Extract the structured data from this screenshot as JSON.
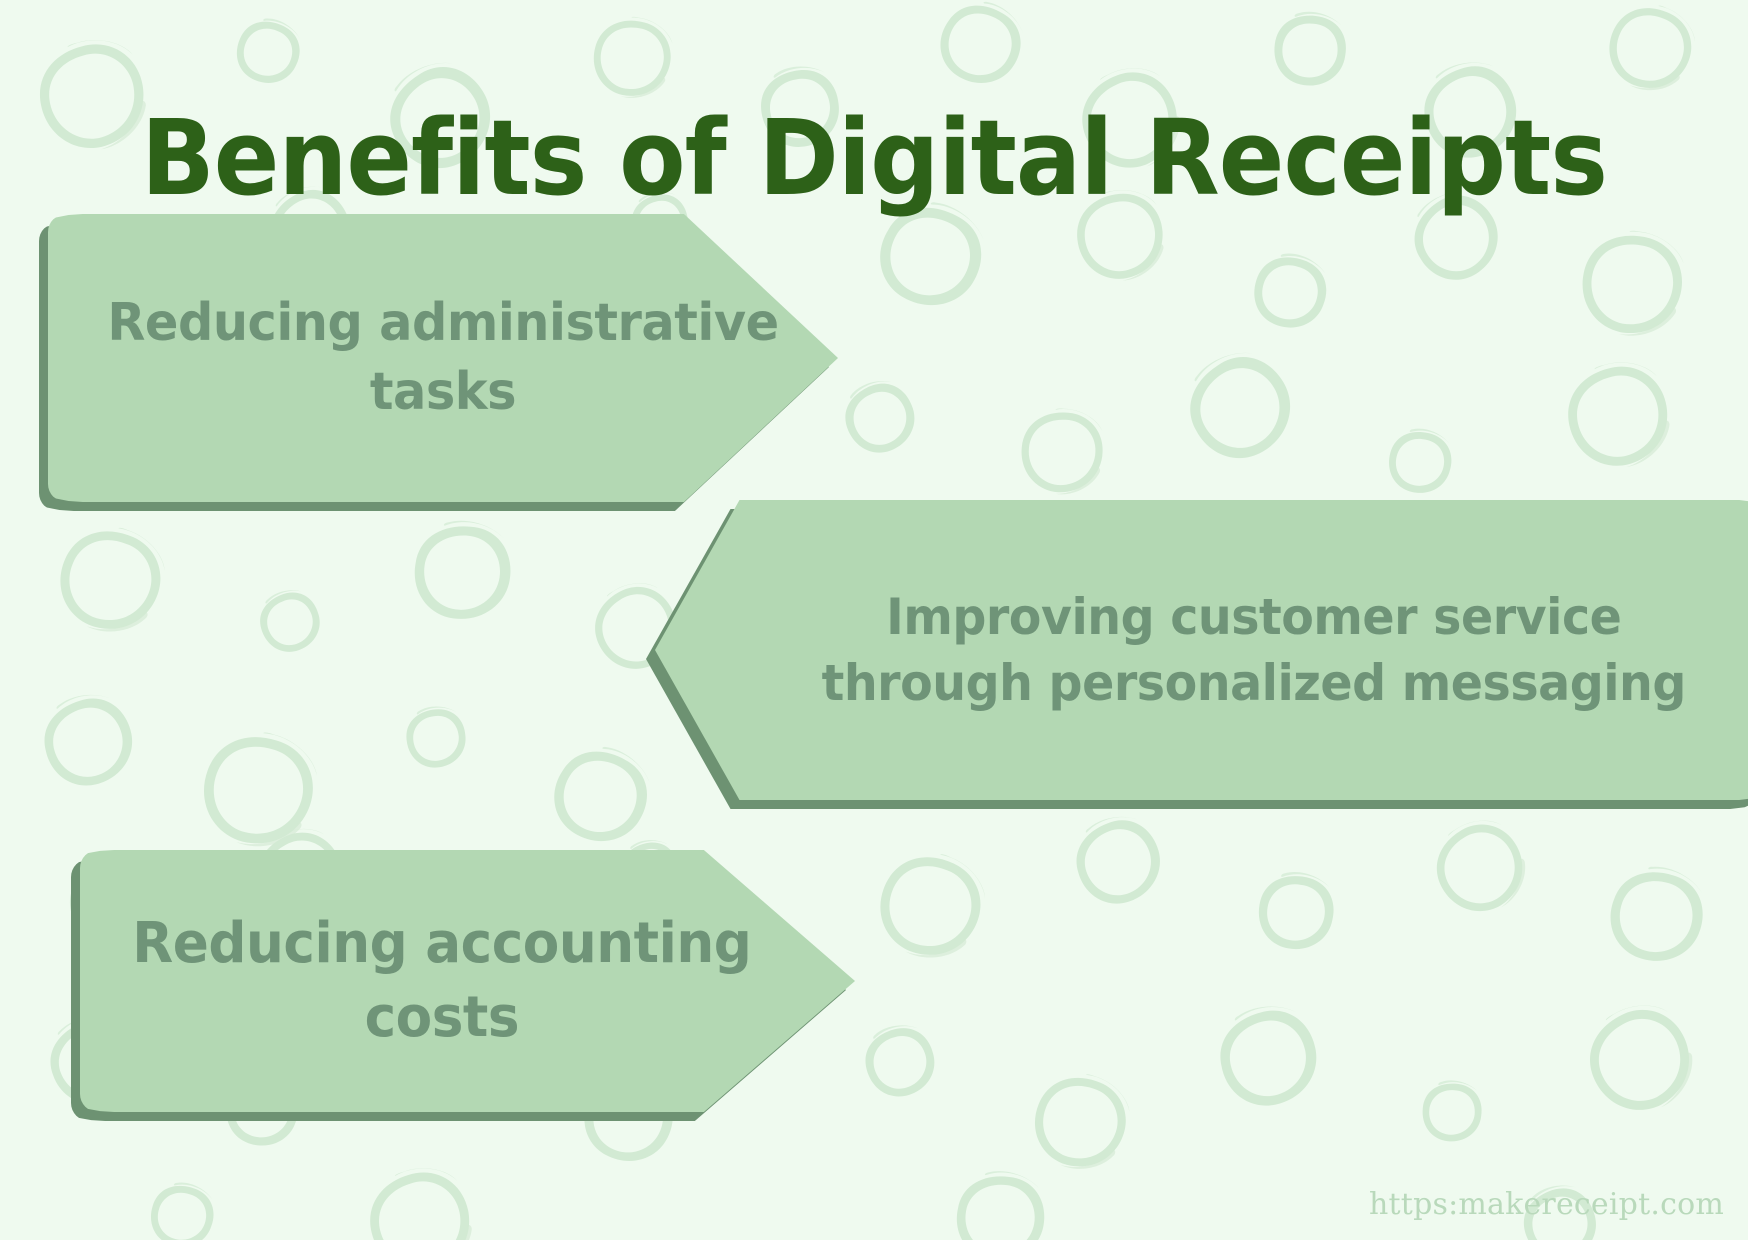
{
  "poster": {
    "title": "Benefits of Digital Receipts",
    "watermark": "https:makereceipt.com",
    "background_color": "#effaef",
    "title_color": "#2d6118",
    "box_fill_color": "#b3d8b3",
    "box_shadow_color": "#6d9272",
    "box_text_color": "#6f9478",
    "pattern_circle_color": "#d2ead3"
  },
  "benefits": [
    {
      "label": "Reducing administrative tasks",
      "shape": "arrow-right-point",
      "position": "top-left"
    },
    {
      "label": "Improving customer service through personalized messaging",
      "shape": "arrow-left-point",
      "position": "middle-right"
    },
    {
      "label": "Reducing accounting costs",
      "shape": "arrow-right-point",
      "position": "bottom-left"
    }
  ]
}
